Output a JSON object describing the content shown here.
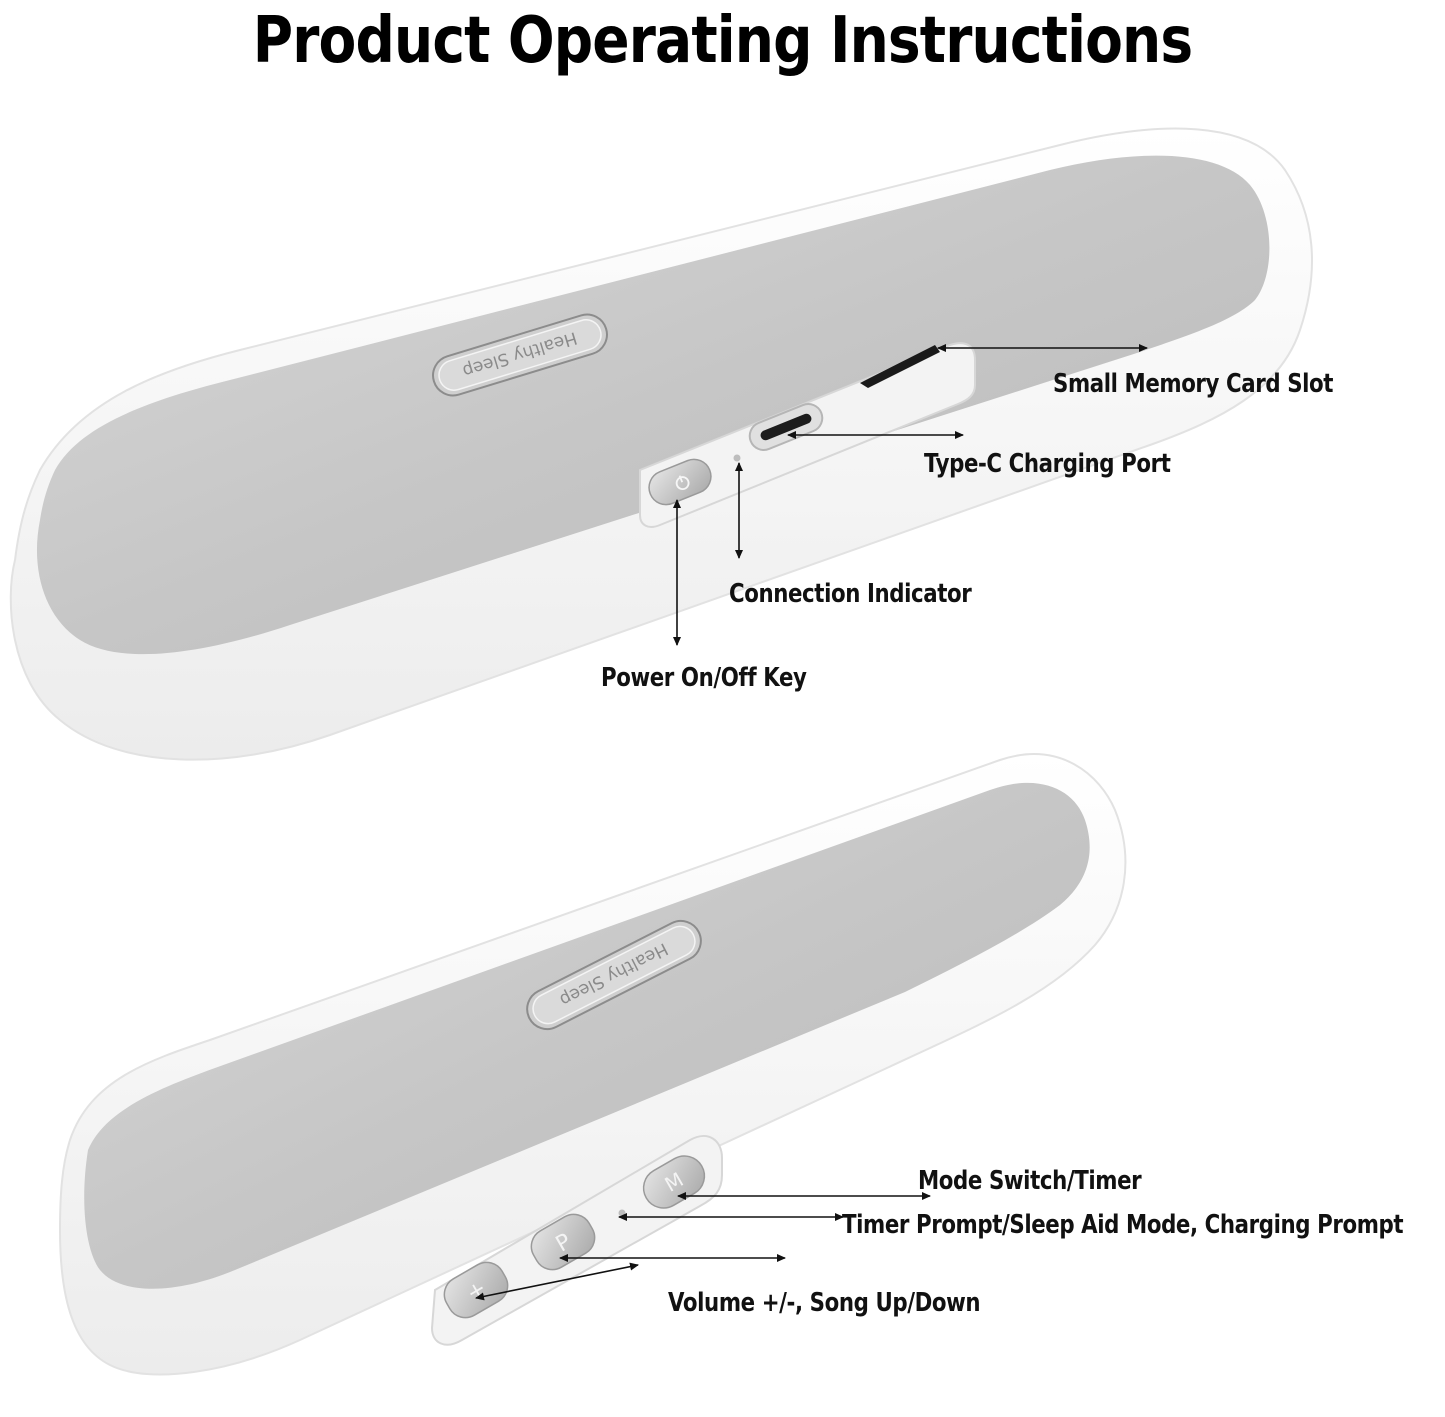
{
  "title": "Product Operating Instructions",
  "device_badge_text": "Healthy Sleep",
  "colors": {
    "background": "#ffffff",
    "shell": "#f7f7f7",
    "panel": "#c8c8c8",
    "text": "#111111"
  },
  "callouts": {
    "memory_card_slot": "Small Memory Card Slot",
    "type_c_port": "Type-C Charging Port",
    "connection_indicator": "Connection Indicator",
    "power_key": "Power On/Off Key",
    "mode_switch": "Mode Switch/Timer",
    "timer_prompt": "Timer Prompt/Sleep Aid Mode, Charging Prompt",
    "volume": "Volume +/-, Song Up/Down"
  },
  "buttons": {
    "power_icon": "power-icon",
    "mode_label": "M",
    "play_label": "P",
    "volume_label": "+"
  }
}
